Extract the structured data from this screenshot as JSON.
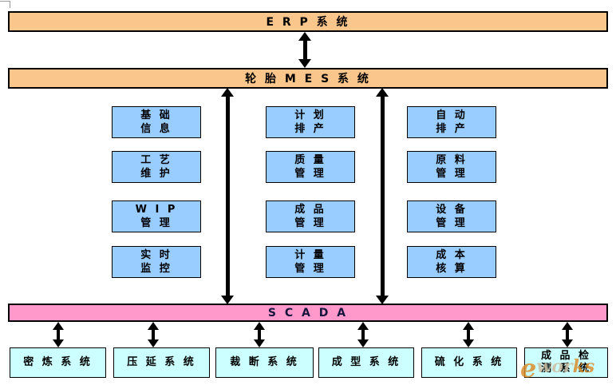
{
  "erp_bar": {
    "label": "E R P 系 统"
  },
  "mes_bar": {
    "label": "轮 胎 M E S 系 统"
  },
  "scada_bar": {
    "label": "S C A D A"
  },
  "modules": [
    {
      "line1": "基 础",
      "line2": "信 息"
    },
    {
      "line1": "工 艺",
      "line2": "维 护"
    },
    {
      "line1": "W I P",
      "line2": "管 理"
    },
    {
      "line1": "实 时",
      "line2": "监 控"
    },
    {
      "line1": "计 划",
      "line2": "排 产"
    },
    {
      "line1": "质 量",
      "line2": "管 理"
    },
    {
      "line1": "成 品",
      "line2": "管 理"
    },
    {
      "line1": "计 量",
      "line2": "管 理"
    },
    {
      "line1": "自 动",
      "line2": "排 产"
    },
    {
      "line1": "原 料",
      "line2": "管 理"
    },
    {
      "line1": "设 备",
      "line2": "管 理"
    },
    {
      "line1": "成 本",
      "line2": "核 算"
    }
  ],
  "plant_systems": [
    {
      "label": "密 炼 系 统"
    },
    {
      "label": "压 延 系 统"
    },
    {
      "label": "裁 断 系 统"
    },
    {
      "label": "成 型 系 统"
    },
    {
      "label": "硫 化 系 统"
    },
    {
      "label_line1": "成 品 检",
      "label_line2": "测 系 统"
    }
  ],
  "watermark": {
    "logo_glyph": "e",
    "name_part1": "wor",
    "name_part2": "ks"
  },
  "colors": {
    "bar_orange": "#FBC68C",
    "module_blue": "#99CCFF",
    "scada_pink": "#FF99CC",
    "system_cyan": "#CCFFFF",
    "border": "#000000",
    "watermark_orange": "#D98C2B",
    "watermark_tan": "#CDBFA3"
  }
}
